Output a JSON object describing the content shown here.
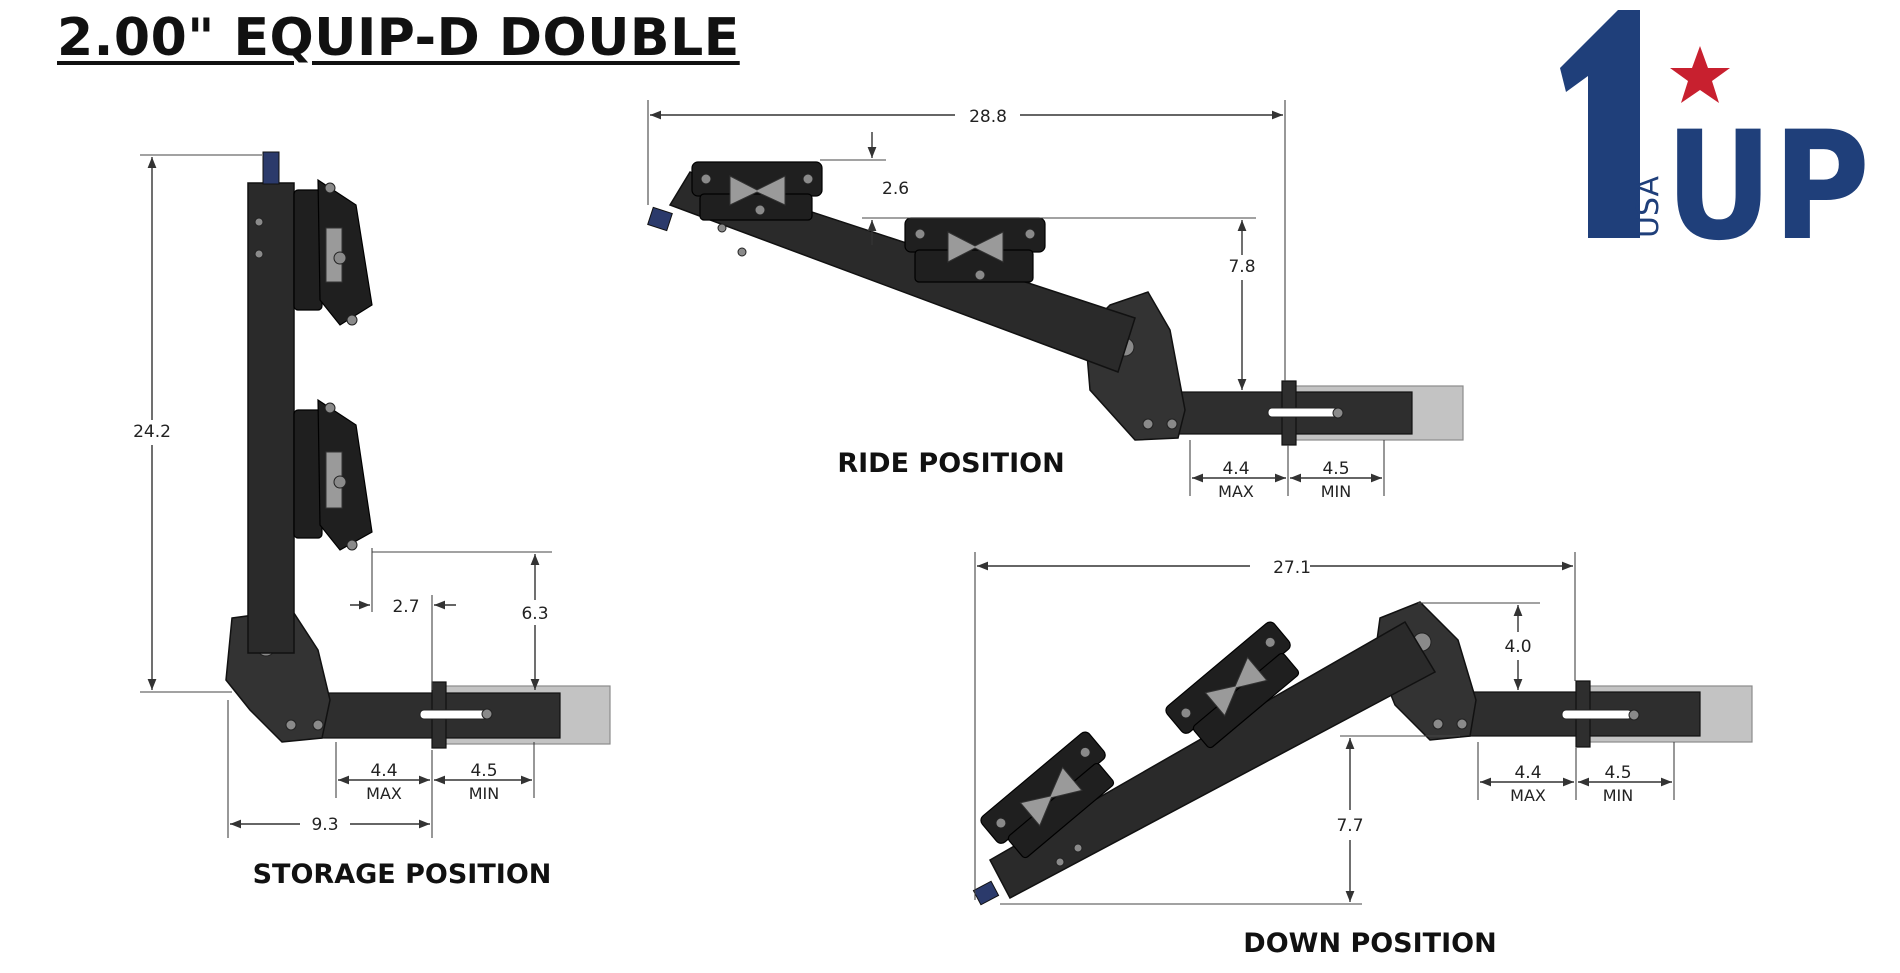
{
  "title": "2.00\" EQUIP-D DOUBLE",
  "logo": {
    "numeral": "1",
    "word": "UP",
    "country": "USA",
    "star_color": "#c8202f",
    "brand_color": "#1f3f7a"
  },
  "colors": {
    "frame": "#2a2a2a",
    "dimension_line": "#333333",
    "text": "#111111"
  },
  "views": {
    "storage": {
      "caption": "STORAGE POSITION",
      "dims": {
        "height": "24.2",
        "arm_gap": "2.7",
        "arm_height": "6.3",
        "max": "4.4",
        "max_label": "MAX",
        "min": "4.5",
        "min_label": "MIN",
        "depth": "9.3"
      }
    },
    "ride": {
      "caption": "RIDE POSITION",
      "dims": {
        "length": "28.8",
        "cradle_offset": "2.6",
        "height": "7.8",
        "max": "4.4",
        "max_label": "MAX",
        "min": "4.5",
        "min_label": "MIN"
      }
    },
    "down": {
      "caption": "DOWN POSITION",
      "dims": {
        "length": "27.1",
        "height": "4.0",
        "drop": "7.7",
        "max": "4.4",
        "max_label": "MAX",
        "min": "4.5",
        "min_label": "MIN"
      }
    }
  }
}
